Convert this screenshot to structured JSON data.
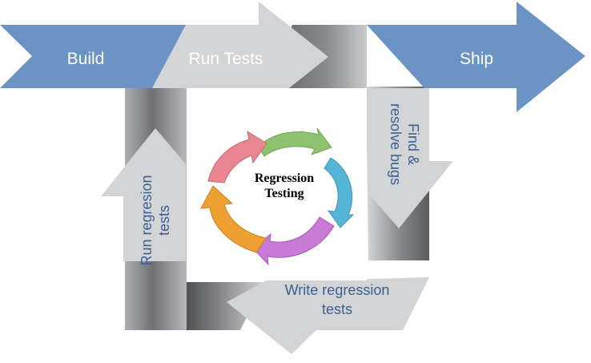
{
  "steps": {
    "build": "Build",
    "run_tests": "Run Tests",
    "ship": "Ship",
    "find_bugs": [
      "Find &",
      "resolve bugs"
    ],
    "write_tests": [
      "Write regression",
      "tests"
    ],
    "run_regression": [
      "Run regresion",
      "tests"
    ]
  },
  "center": {
    "title_line1": "Regression",
    "title_line2": "Testing"
  },
  "colors": {
    "blue": "#6b93c4",
    "light_gray": "#d3d4d6",
    "text_blue": "#3b5f93",
    "cycle": [
      "#8dc26f",
      "#55b5d6",
      "#c77ad6",
      "#eea033",
      "#e98692"
    ]
  }
}
